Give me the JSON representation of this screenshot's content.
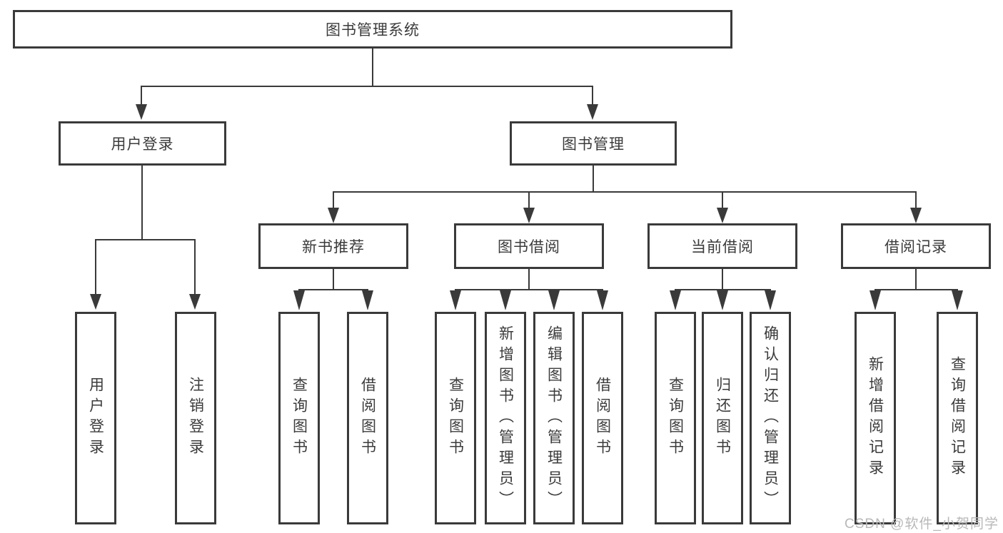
{
  "diagram": {
    "root": {
      "label": "图书管理系统"
    },
    "user_login": {
      "label": "用户登录",
      "children": [
        {
          "label": "用户登录"
        },
        {
          "label": "注销登录"
        }
      ]
    },
    "book_mgmt": {
      "label": "图书管理",
      "groups": [
        {
          "label": "新书推荐",
          "children": [
            {
              "label": "查询图书"
            },
            {
              "label": "借阅图书"
            }
          ]
        },
        {
          "label": "图书借阅",
          "children": [
            {
              "label": "查询图书"
            },
            {
              "label": "新增图书（管理员）"
            },
            {
              "label": "编辑图书（管理员）"
            },
            {
              "label": "借阅图书"
            }
          ]
        },
        {
          "label": "当前借阅",
          "children": [
            {
              "label": "查询图书"
            },
            {
              "label": "归还图书"
            },
            {
              "label": "确认归还（管理员）"
            }
          ]
        },
        {
          "label": "借阅记录",
          "children": [
            {
              "label": "新增借阅记录"
            },
            {
              "label": "查询借阅记录"
            }
          ]
        }
      ]
    },
    "watermark": "CSDN @软件_小贺同学",
    "colors": {
      "line": "#3a3a3a",
      "box_border": "#3a3a3a",
      "text": "#3b3b3b",
      "watermark": "#b8b8b8",
      "background": "#ffffff"
    }
  }
}
